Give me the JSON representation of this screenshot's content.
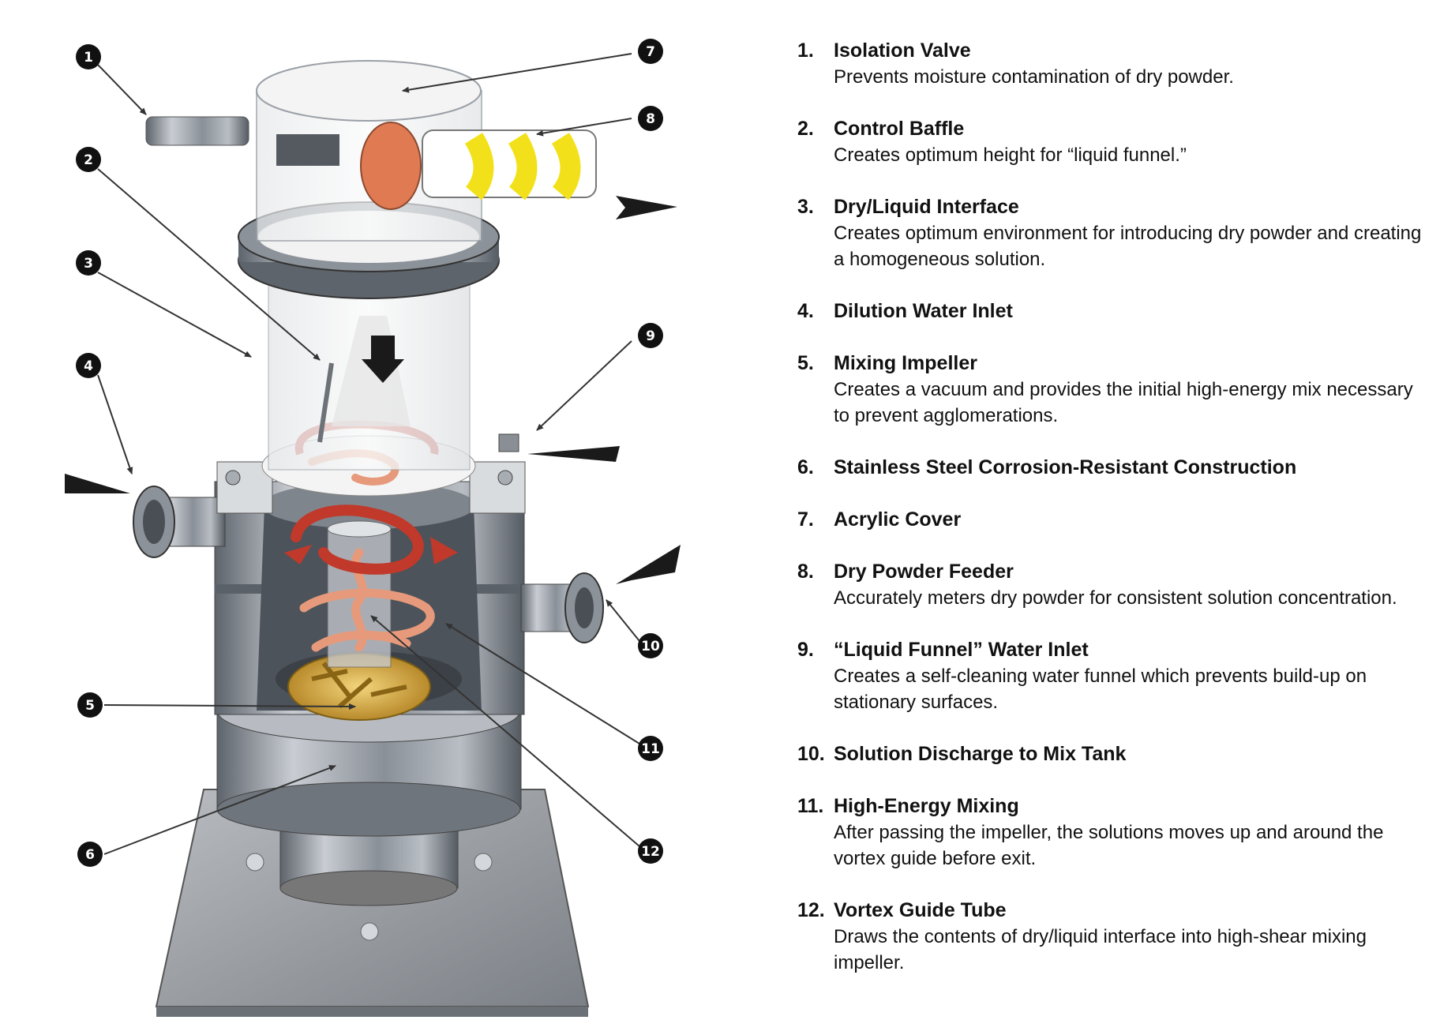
{
  "callouts": [
    "1",
    "2",
    "3",
    "4",
    "5",
    "6",
    "7",
    "8",
    "9",
    "10",
    "11",
    "12"
  ],
  "legend": [
    {
      "num": "1.",
      "title": "Isolation Valve",
      "desc": "Prevents moisture contamination of dry powder."
    },
    {
      "num": "2.",
      "title": "Control Baffle",
      "desc": "Creates optimum height for “liquid funnel.”"
    },
    {
      "num": "3.",
      "title": "Dry/Liquid Interface",
      "desc": "Creates optimum environment for introducing dry powder and creating a homogeneous solution."
    },
    {
      "num": "4.",
      "title": "Dilution Water Inlet",
      "desc": ""
    },
    {
      "num": "5.",
      "title": "Mixing Impeller",
      "desc": "Creates a vacuum and provides the initial high-energy mix necessary to prevent agglomerations."
    },
    {
      "num": "6.",
      "title": "Stainless Steel Corrosion-Resistant Construction",
      "desc": ""
    },
    {
      "num": "7.",
      "title": "Acrylic Cover",
      "desc": ""
    },
    {
      "num": "8.",
      "title": "Dry Powder Feeder",
      "desc": "Accurately meters dry powder for consistent solution concentration."
    },
    {
      "num": "9.",
      "title": "“Liquid Funnel” Water Inlet",
      "desc": "Creates a self-cleaning water funnel which prevents build-up on stationary surfaces."
    },
    {
      "num": "10.",
      "title": "Solution Discharge to Mix Tank",
      "desc": ""
    },
    {
      "num": "11.",
      "title": "High-Energy Mixing",
      "desc": "After passing the impeller, the solutions moves up and around the vortex guide before exit."
    },
    {
      "num": "12.",
      "title": "Vortex Guide Tube",
      "desc": "Draws the contents of dry/liquid interface into high-shear mixing impeller."
    }
  ],
  "colors": {
    "steel": "#9aa0a8",
    "swirl": "#c0392b",
    "flow": "#e79a7b",
    "auger": "#f2e11a",
    "impeller": "#d8b24a",
    "valve_disc": "#e07a52"
  }
}
